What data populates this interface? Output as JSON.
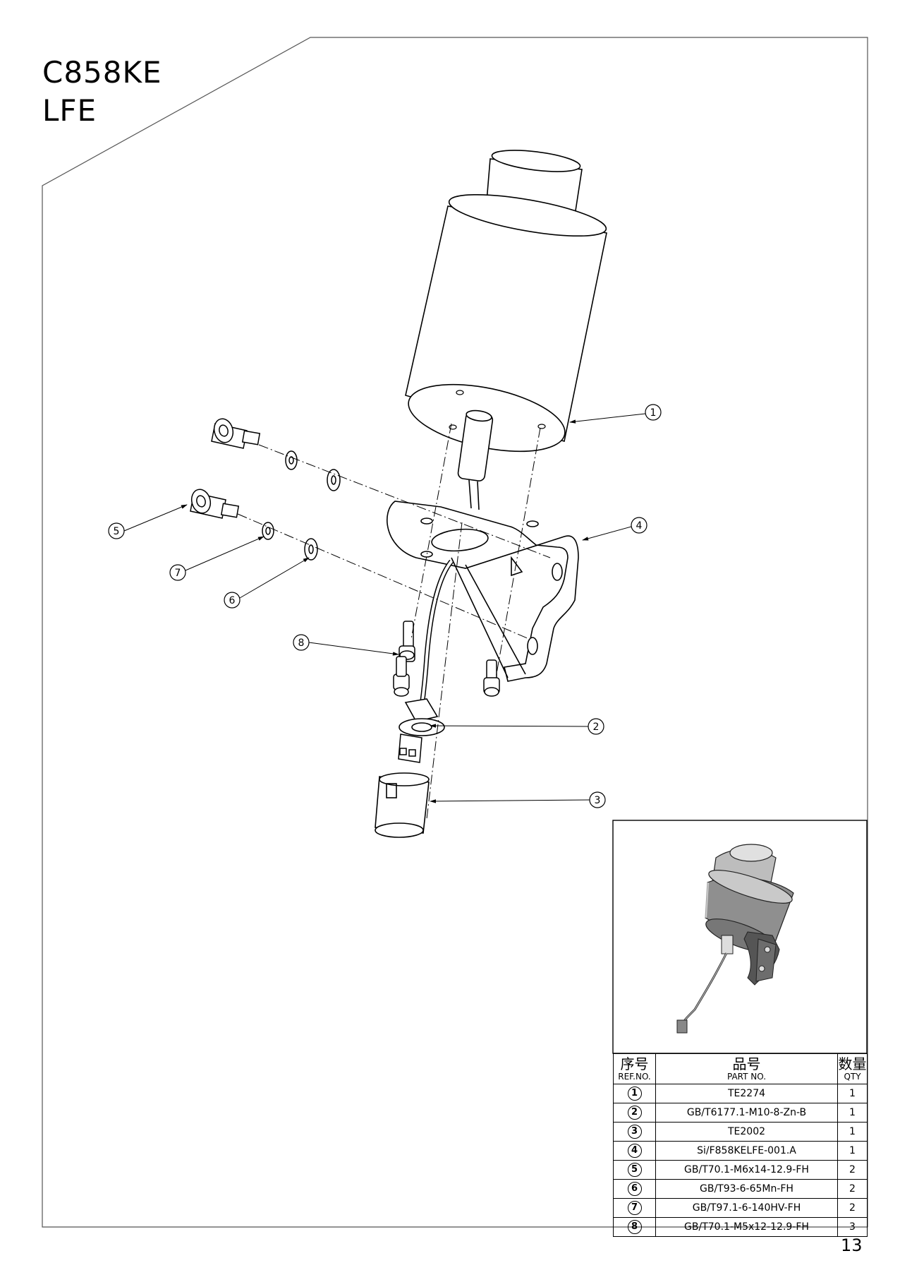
{
  "header": {
    "model": "C858KE",
    "subtitle": "LFE"
  },
  "callouts": [
    "1",
    "2",
    "3",
    "4",
    "5",
    "6",
    "7",
    "8"
  ],
  "parts_table": {
    "headers": {
      "ref_cn": "序号",
      "ref_en": "REF.NO.",
      "part_cn": "品号",
      "part_en": "PART NO.",
      "qty_cn": "数量",
      "qty_en": "QTY"
    },
    "rows": [
      {
        "ref": "1",
        "part": "TE2274",
        "qty": "1"
      },
      {
        "ref": "2",
        "part": "GB/T6177.1-M10-8-Zn-B",
        "qty": "1"
      },
      {
        "ref": "3",
        "part": "TE2002",
        "qty": "1"
      },
      {
        "ref": "4",
        "part": "Si/F858KELFE-001.A",
        "qty": "1"
      },
      {
        "ref": "5",
        "part": "GB/T70.1-M6x14-12.9-FH",
        "qty": "2"
      },
      {
        "ref": "6",
        "part": "GB/T93-6-65Mn-FH",
        "qty": "2"
      },
      {
        "ref": "7",
        "part": "GB/T97.1-6-140HV-FH",
        "qty": "2"
      },
      {
        "ref": "8",
        "part": "GB/T70.1-M5x12-12.9-FH",
        "qty": "3"
      }
    ]
  },
  "page_number": "13"
}
